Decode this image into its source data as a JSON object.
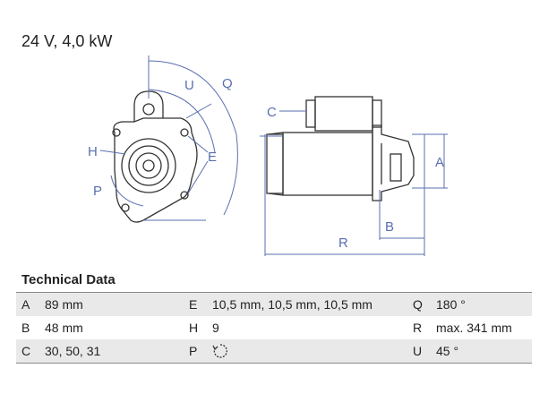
{
  "spec": {
    "title": "24 V, 4,0 kW"
  },
  "drawing": {
    "labels": {
      "U": "U",
      "Q": "Q",
      "C": "C",
      "A": "A",
      "H": "H",
      "E": "E",
      "P": "P",
      "B": "B",
      "R": "R"
    }
  },
  "technical_data": {
    "title": "Technical Data",
    "rows": [
      [
        {
          "k": "A",
          "v": "89 mm"
        },
        {
          "k": "E",
          "v": "10,5 mm, 10,5 mm, 10,5 mm"
        },
        {
          "k": "Q",
          "v": "180 °"
        }
      ],
      [
        {
          "k": "B",
          "v": "48 mm"
        },
        {
          "k": "H",
          "v": "9"
        },
        {
          "k": "R",
          "v": "max. 341 mm"
        }
      ],
      [
        {
          "k": "C",
          "v": "30, 50, 31"
        },
        {
          "k": "P",
          "v": ""
        },
        {
          "k": "U",
          "v": "45 °"
        }
      ]
    ],
    "p_icon": "counterclockwise-rotation-icon"
  }
}
